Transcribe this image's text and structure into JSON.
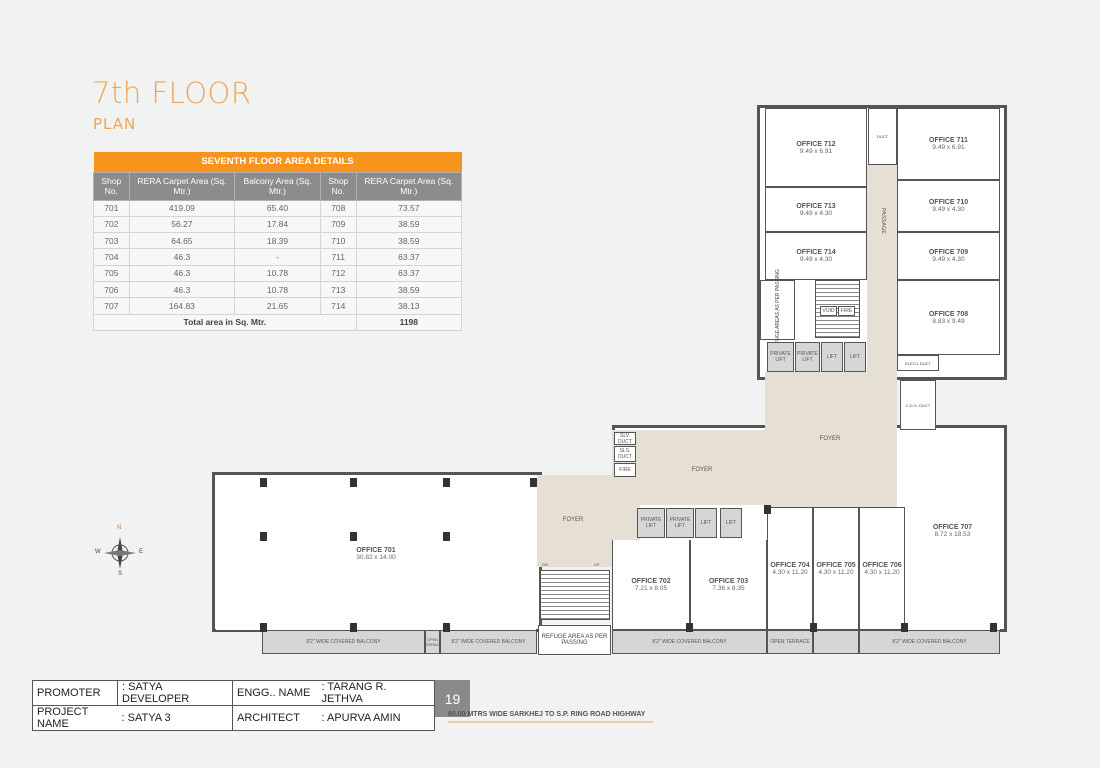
{
  "heading": {
    "title": "7th FLOOR",
    "subtitle": "PLAN"
  },
  "table": {
    "caption": "SEVENTH FLOOR AREA DETAILS",
    "headers": [
      "Shop No.",
      "RERA Carpet Area (Sq. Mtr.)",
      "Balcony Area (Sq. Mtr.)",
      "Shop No.",
      "RERA Carpet Area (Sq. Mtr.)"
    ],
    "rows": [
      [
        "701",
        "419.09",
        "65.40",
        "708",
        "73.57"
      ],
      [
        "702",
        "56.27",
        "17.84",
        "709",
        "38.59"
      ],
      [
        "703",
        "64.65",
        "18.39",
        "710",
        "38.59"
      ],
      [
        "704",
        "46.3",
        "-",
        "711",
        "63.37"
      ],
      [
        "705",
        "46.3",
        "10.78",
        "712",
        "63.37"
      ],
      [
        "706",
        "46.3",
        "10.78",
        "713",
        "38.59"
      ],
      [
        "707",
        "164.83",
        "21.65",
        "714",
        "38.13"
      ]
    ],
    "total_label": "Total area in Sq. Mtr.",
    "total_value": "1198"
  },
  "compass": {
    "n": "N",
    "s": "S",
    "e": "E",
    "w": "W"
  },
  "plan": {
    "offices": [
      {
        "name": "OFFICE 701",
        "dim": "30.82 x 14.00"
      },
      {
        "name": "OFFICE 702",
        "dim": "7.21 x 8.05"
      },
      {
        "name": "OFFICE 703",
        "dim": "7.36 x 8.35"
      },
      {
        "name": "OFFICE 704",
        "dim": "4.30 x 11.20"
      },
      {
        "name": "OFFICE 705",
        "dim": "4.30 x 11.20"
      },
      {
        "name": "OFFICE 706",
        "dim": "4.30 x 11.20"
      },
      {
        "name": "OFFICE 707",
        "dim": "8.72 x 18.53"
      },
      {
        "name": "OFFICE 708",
        "dim": "8.83 x 9.49"
      },
      {
        "name": "OFFICE 709",
        "dim": "9.49 x 4.30"
      },
      {
        "name": "OFFICE 710",
        "dim": "9.49 x 4.30"
      },
      {
        "name": "OFFICE 711",
        "dim": "9.49 x 6.91"
      },
      {
        "name": "OFFICE 712",
        "dim": "9.49 x 6.91"
      },
      {
        "name": "OFFICE 713",
        "dim": "9.49 x 4.30"
      },
      {
        "name": "OFFICE 714",
        "dim": "9.49 x 4.30"
      }
    ],
    "foyer": "FOYER",
    "passage": "PASSAGE",
    "duct": "DUCT",
    "private_lift": "PRIVATE LIFT",
    "lift": "LIFT",
    "balcony": "8'2\" WIDE COVERED BALCONY",
    "open_terrace": "OPEN TERRACE",
    "refuge_bottom": "REFUGE AREA AS PER PASSING",
    "refuge_side": "REFUGE AREAS AS PER PASSING",
    "void": "VOID",
    "fire": "FIRE",
    "elec_duct": "ELEC/L DUCT",
    "cdg_duct": "C.D.G. DUCT",
    "slv_duct": "SLV. DUCT",
    "sls_duct": "SLS. DUCT",
    "dn": "DN",
    "up": "UP"
  },
  "footer": {
    "promoter_label": "PROMOTER",
    "promoter": ": SATYA DEVELOPER",
    "engg_label": "ENGG.. NAME",
    "engg": ": TARANG R. JETHVA",
    "project_label": "PROJECT NAME",
    "project": ": SATYA 3",
    "architect_label": "ARCHITECT",
    "architect": ": APURVA AMIN",
    "page": "19",
    "road": "60.00 MTRS WIDE SARKHEJ TO S.P. RING ROAD HIGHWAY"
  }
}
